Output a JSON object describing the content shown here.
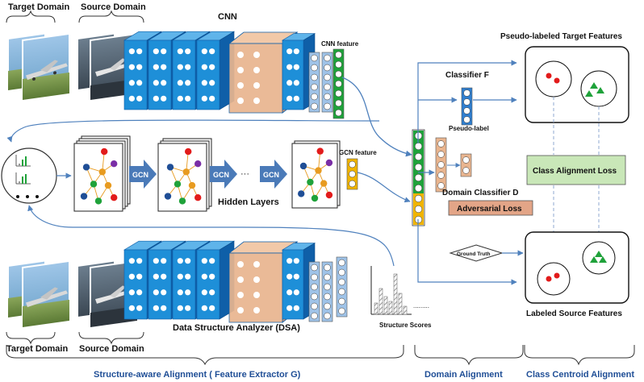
{
  "top": {
    "target_domain": "Target Domain",
    "source_domain": "Source Domain",
    "cnn": "CNN",
    "cnn_feature": "CNN feature"
  },
  "middle": {
    "gcn": "GCN",
    "ellipsis": "···",
    "hidden_layers": "Hidden Layers",
    "gcn_feature": "GCN feature"
  },
  "bottom": {
    "target_domain": "Target Domain",
    "source_domain": "Source Domain",
    "dsa": "Data Structure Analyzer (DSA)",
    "structure_scores": "Structure Scores"
  },
  "right": {
    "pseudo_labeled_target": "Pseudo-labeled Target Features",
    "classifier_f": "Classifier  F",
    "pseudo_label": "Pseudo-label",
    "class_alignment_loss": "Class Alignment Loss",
    "domain_classifier_d": "Domain Classifier  D",
    "adversarial_loss": "Adversarial Loss",
    "ground_truth": "Ground Truth",
    "labeled_source": "Labeled Source Features"
  },
  "sections": {
    "structure_aware": "Structure-aware Alignment  ( Feature Extractor  G)",
    "domain_alignment": "Domain Alignment",
    "class_centroid": "Class Centroid Alignment"
  },
  "colors": {
    "cnn_blue": "#1e8fd8",
    "cnn_blue_dark": "#0f5fa8",
    "feature_green": "#1fa23a",
    "feature_yellow": "#f0b400",
    "feature_peach": "#e9b58f",
    "section_text": "#1f4e96",
    "class_loss_fill": "#c9e7b8",
    "adv_loss_fill": "#e3a587"
  }
}
